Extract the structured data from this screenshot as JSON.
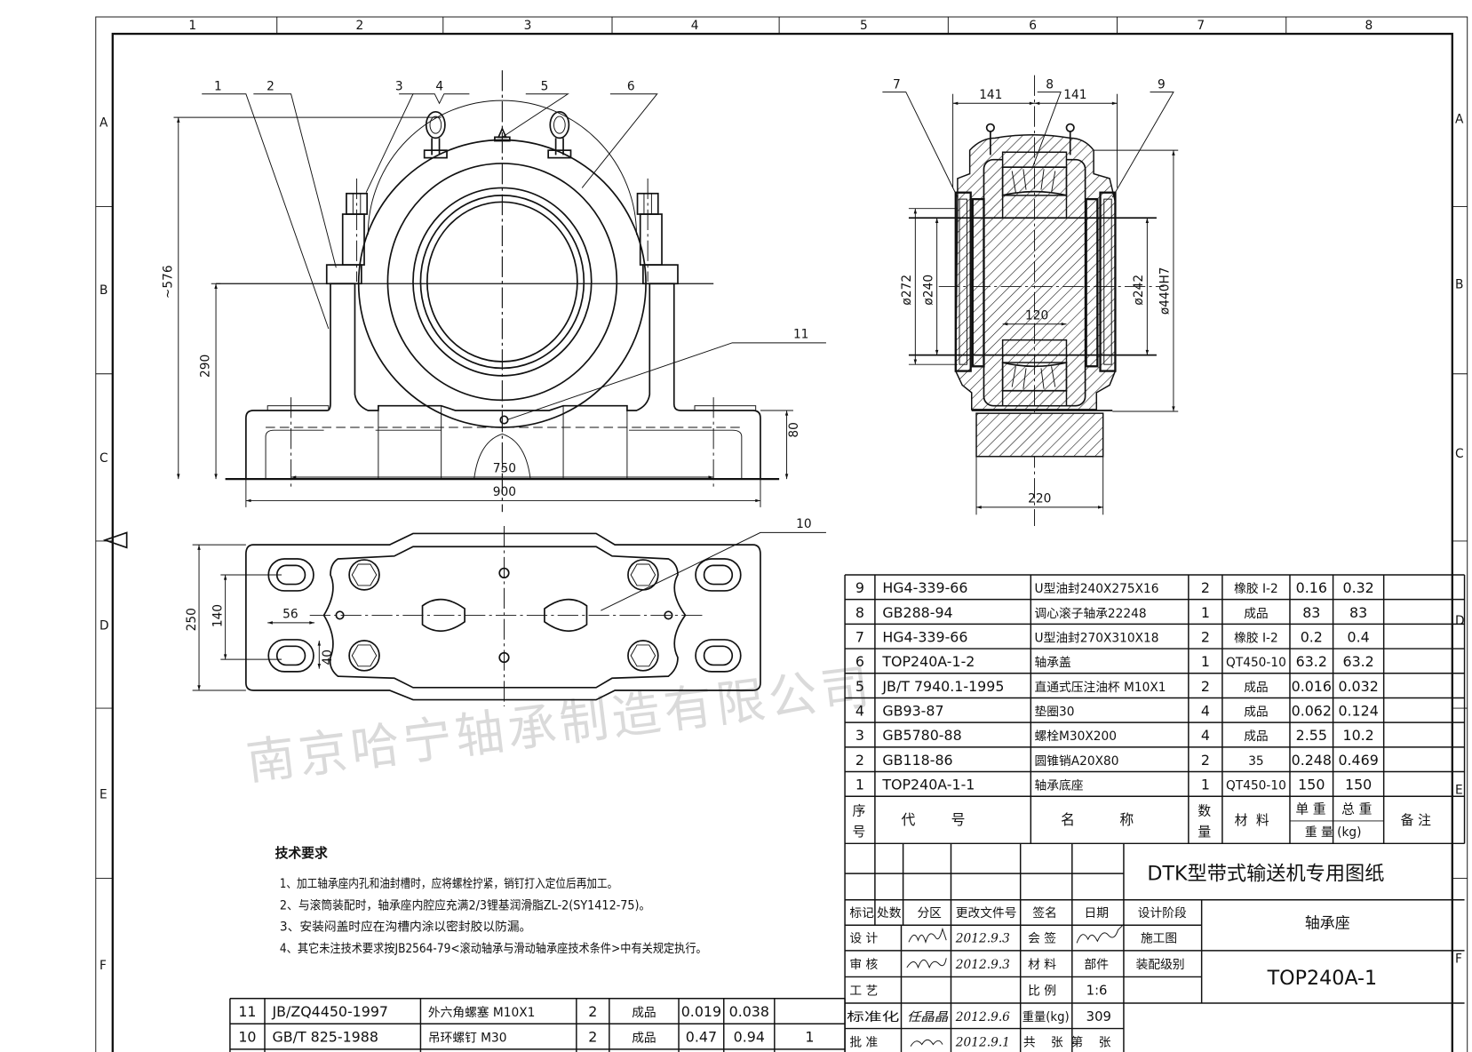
{
  "sheet": {
    "col_labels": [
      "1",
      "2",
      "3",
      "4",
      "5",
      "6",
      "7",
      "8"
    ],
    "row_labels": [
      "A",
      "B",
      "C",
      "D",
      "E",
      "F"
    ]
  },
  "watermark": "南京哈宁轴承制造有限公司",
  "front_view": {
    "callouts": [
      "1",
      "2",
      "3",
      "4",
      "5",
      "6",
      "11"
    ],
    "dims": {
      "overall_height": "~576",
      "center_height": "290",
      "base_height": "80",
      "bolt_spacing": "750",
      "length": "900"
    }
  },
  "plan_view": {
    "callout": "10",
    "dims": {
      "width": "250",
      "bolt_spacing": "140",
      "slot_length": "56",
      "slot_width": "40"
    }
  },
  "side_view": {
    "callouts": [
      "7",
      "8",
      "9"
    ],
    "dims": {
      "left_half": "141",
      "right_half": "141",
      "d272": "ø272",
      "d240": "ø240",
      "bearing_width": "120",
      "d242": "ø242",
      "d440": "ø440H7",
      "base_width": "220"
    }
  },
  "tech": {
    "title": "技术要求",
    "items": [
      "1、加工轴承座内孔和油封槽时，应将螺栓拧紧，销钉打入定位后再加工。",
      "2、与滚筒装配时，轴承座内腔应充满2/3锂基润滑脂ZL-2(SY1412-75)。",
      "3、安装闷盖时应在沟槽内涂以密封胶以防漏。",
      "4、其它未注技术要求按JB2564-79<滚动轴承与滑动轴承座技术条件>中有关规定执行。"
    ]
  },
  "parts": {
    "rows": [
      [
        "9",
        "HG4-339-66",
        "U型油封240X275X16",
        "2",
        "橡胶 I-2",
        "0.16",
        "0.32"
      ],
      [
        "8",
        "GB288-94",
        "调心滚子轴承22248",
        "1",
        "成品",
        "83",
        "83"
      ],
      [
        "7",
        "HG4-339-66",
        "U型油封270X310X18",
        "2",
        "橡胶 I-2",
        "0.2",
        "0.4"
      ],
      [
        "6",
        "TOP240A-1-2",
        "轴承盖",
        "1",
        "QT450-10",
        "63.2",
        "63.2"
      ],
      [
        "5",
        "JB/T 7940.1-1995",
        "直通式压注油杯 M10X1",
        "2",
        "成品",
        "0.016",
        "0.032"
      ],
      [
        "4",
        "GB93-87",
        "垫圈30",
        "4",
        "成品",
        "0.062",
        "0.124"
      ],
      [
        "3",
        "GB5780-88",
        "螺栓M30X200",
        "4",
        "成品",
        "2.55",
        "10.2"
      ],
      [
        "2",
        "GB118-86",
        "圆锥销A20X80",
        "2",
        "35",
        "0.248",
        "0.469"
      ],
      [
        "1",
        "TOP240A-1-1",
        "轴承底座",
        "1",
        "QT450-10",
        "150",
        "150"
      ]
    ],
    "header": {
      "seq_a": "序",
      "seq_b": "号",
      "code": "代        号",
      "name": "名          称",
      "qty_a": "数",
      "qty_b": "量",
      "material": "材  料",
      "unit_weight": "单 重",
      "total_weight": "总 重",
      "weight_unit": "重 量 (kg)",
      "note": "备 注"
    }
  },
  "lower_parts": {
    "rows": [
      [
        "11",
        "JB/ZQ4450-1997",
        "外六角螺塞 M10X1",
        "2",
        "成品",
        "0.019",
        "0.038",
        ""
      ],
      [
        "10",
        "GB/T 825-1988",
        "吊环螺钉 M30",
        "2",
        "成品",
        "0.47",
        "0.94",
        "1"
      ]
    ]
  },
  "title_block": {
    "project_title": "DTK型带式输送机专用图纸",
    "part_name": "轴承座",
    "drawing_no": "TOP240A-1",
    "labels": {
      "mark": "标记",
      "count": "处数",
      "zone": "分区",
      "change_doc": "更改文件号",
      "signature": "签名",
      "date": "日期",
      "design_stage": "设计阶段",
      "design": "设 计",
      "review": "审 核",
      "process": "工 艺",
      "standard": "标准化",
      "approve": "批 准",
      "countersign": "会 签",
      "material": "材 料",
      "scale": "比 例",
      "weight": "重量(kg)",
      "sheets": "共    张  第    张",
      "assembly_level": "装配级别"
    },
    "values": {
      "stage": "施工图",
      "material": "部件",
      "scale": "1:6",
      "weight": "309",
      "design_date": "2012.9.3",
      "review_date": "2012.9.3",
      "standard_date": "2012.9.6",
      "approve_date": "2012.9.1"
    },
    "signatures": {
      "designer": "秦鹏",
      "reviewer": "汪明",
      "countersign": "石孝",
      "standardizer": "任晶晶",
      "approver": "汪明"
    }
  }
}
